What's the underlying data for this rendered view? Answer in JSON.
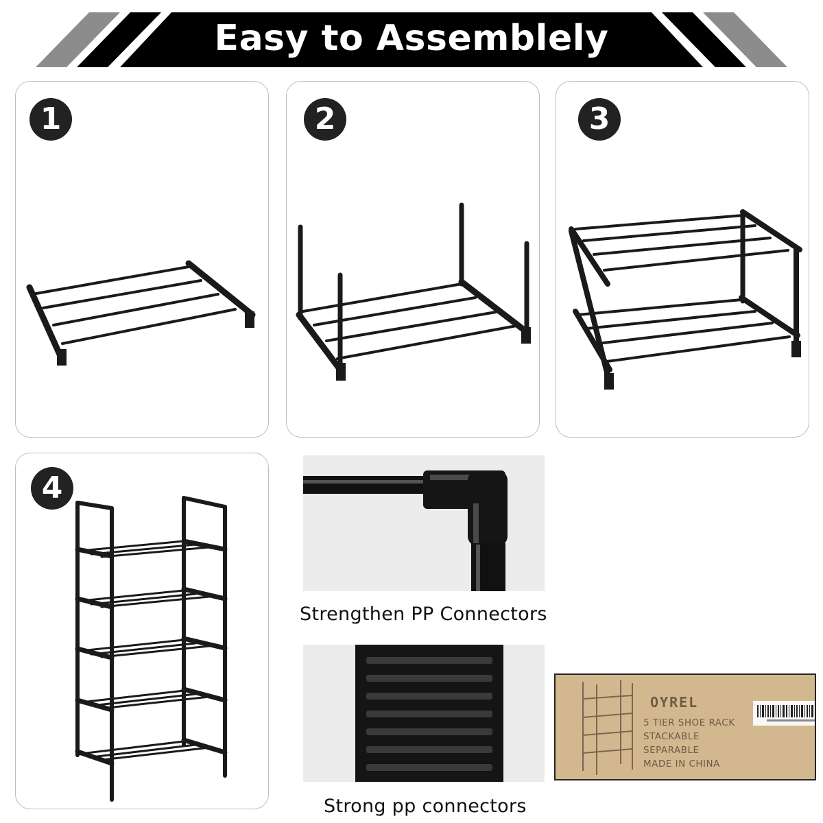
{
  "header": {
    "title": "Easy to Assemblely"
  },
  "steps": [
    {
      "number": "1"
    },
    {
      "number": "2"
    },
    {
      "number": "3"
    },
    {
      "number": "4"
    }
  ],
  "details": {
    "connector_caption": "Strengthen PP Connectors",
    "board_caption": "Strong pp connectors"
  },
  "package": {
    "brand": "OYREL",
    "lines": [
      "5 TIER SHOE RACK",
      "STACKABLE",
      "SEPARABLE",
      "MADE IN CHINA"
    ]
  },
  "colors": {
    "banner": "#000000",
    "banner_edge": "#8c8c8c",
    "rack": "#1a1a1a",
    "box": "#d3b88f"
  }
}
